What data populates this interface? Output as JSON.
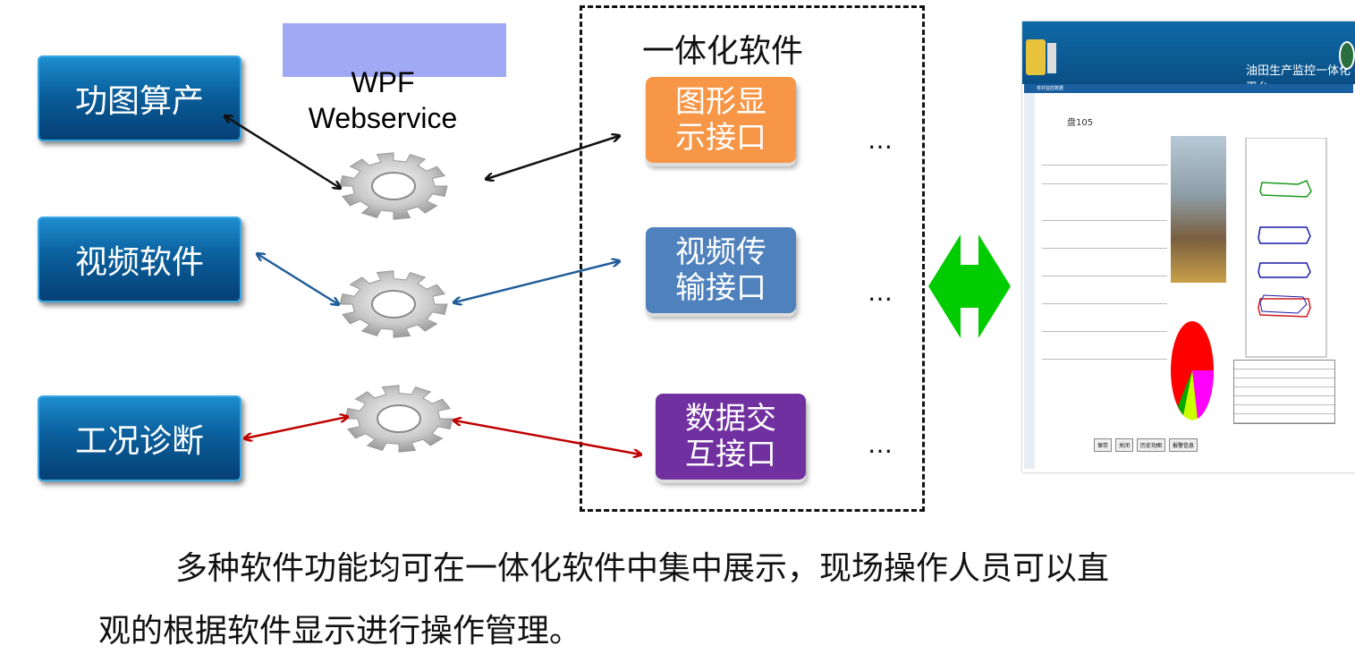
{
  "left_boxes": [
    {
      "label": "功图算产"
    },
    {
      "label": "视频软件"
    },
    {
      "label": "工况诊断"
    }
  ],
  "middleware": {
    "line1": "WPF",
    "line2": "Webservice"
  },
  "integrated": {
    "title": "一体化软件",
    "interfaces": [
      {
        "label": "图形显示接口",
        "color": "#f79646"
      },
      {
        "label": "视频传输接口",
        "color": "#4f81bd"
      },
      {
        "label": "数据交互接口",
        "color": "#7030a0"
      }
    ],
    "ellipsis": "…"
  },
  "arrow_colors": {
    "black": "#111111",
    "blue": "#1f5c99",
    "red": "#c00000",
    "green": "#00cc00"
  },
  "platform_screenshot": {
    "title": "油田生产监控一体化平台",
    "window_title": "单井监控数据",
    "well_label": "盘105",
    "buttons": [
      "保存",
      "关闭",
      "历史功图",
      "报警信息"
    ]
  },
  "caption": {
    "line1": "多种软件功能均可在一体化软件中集中展示，现场操作人员可以直",
    "line2": "观的根据软件显示进行操作管理。"
  }
}
